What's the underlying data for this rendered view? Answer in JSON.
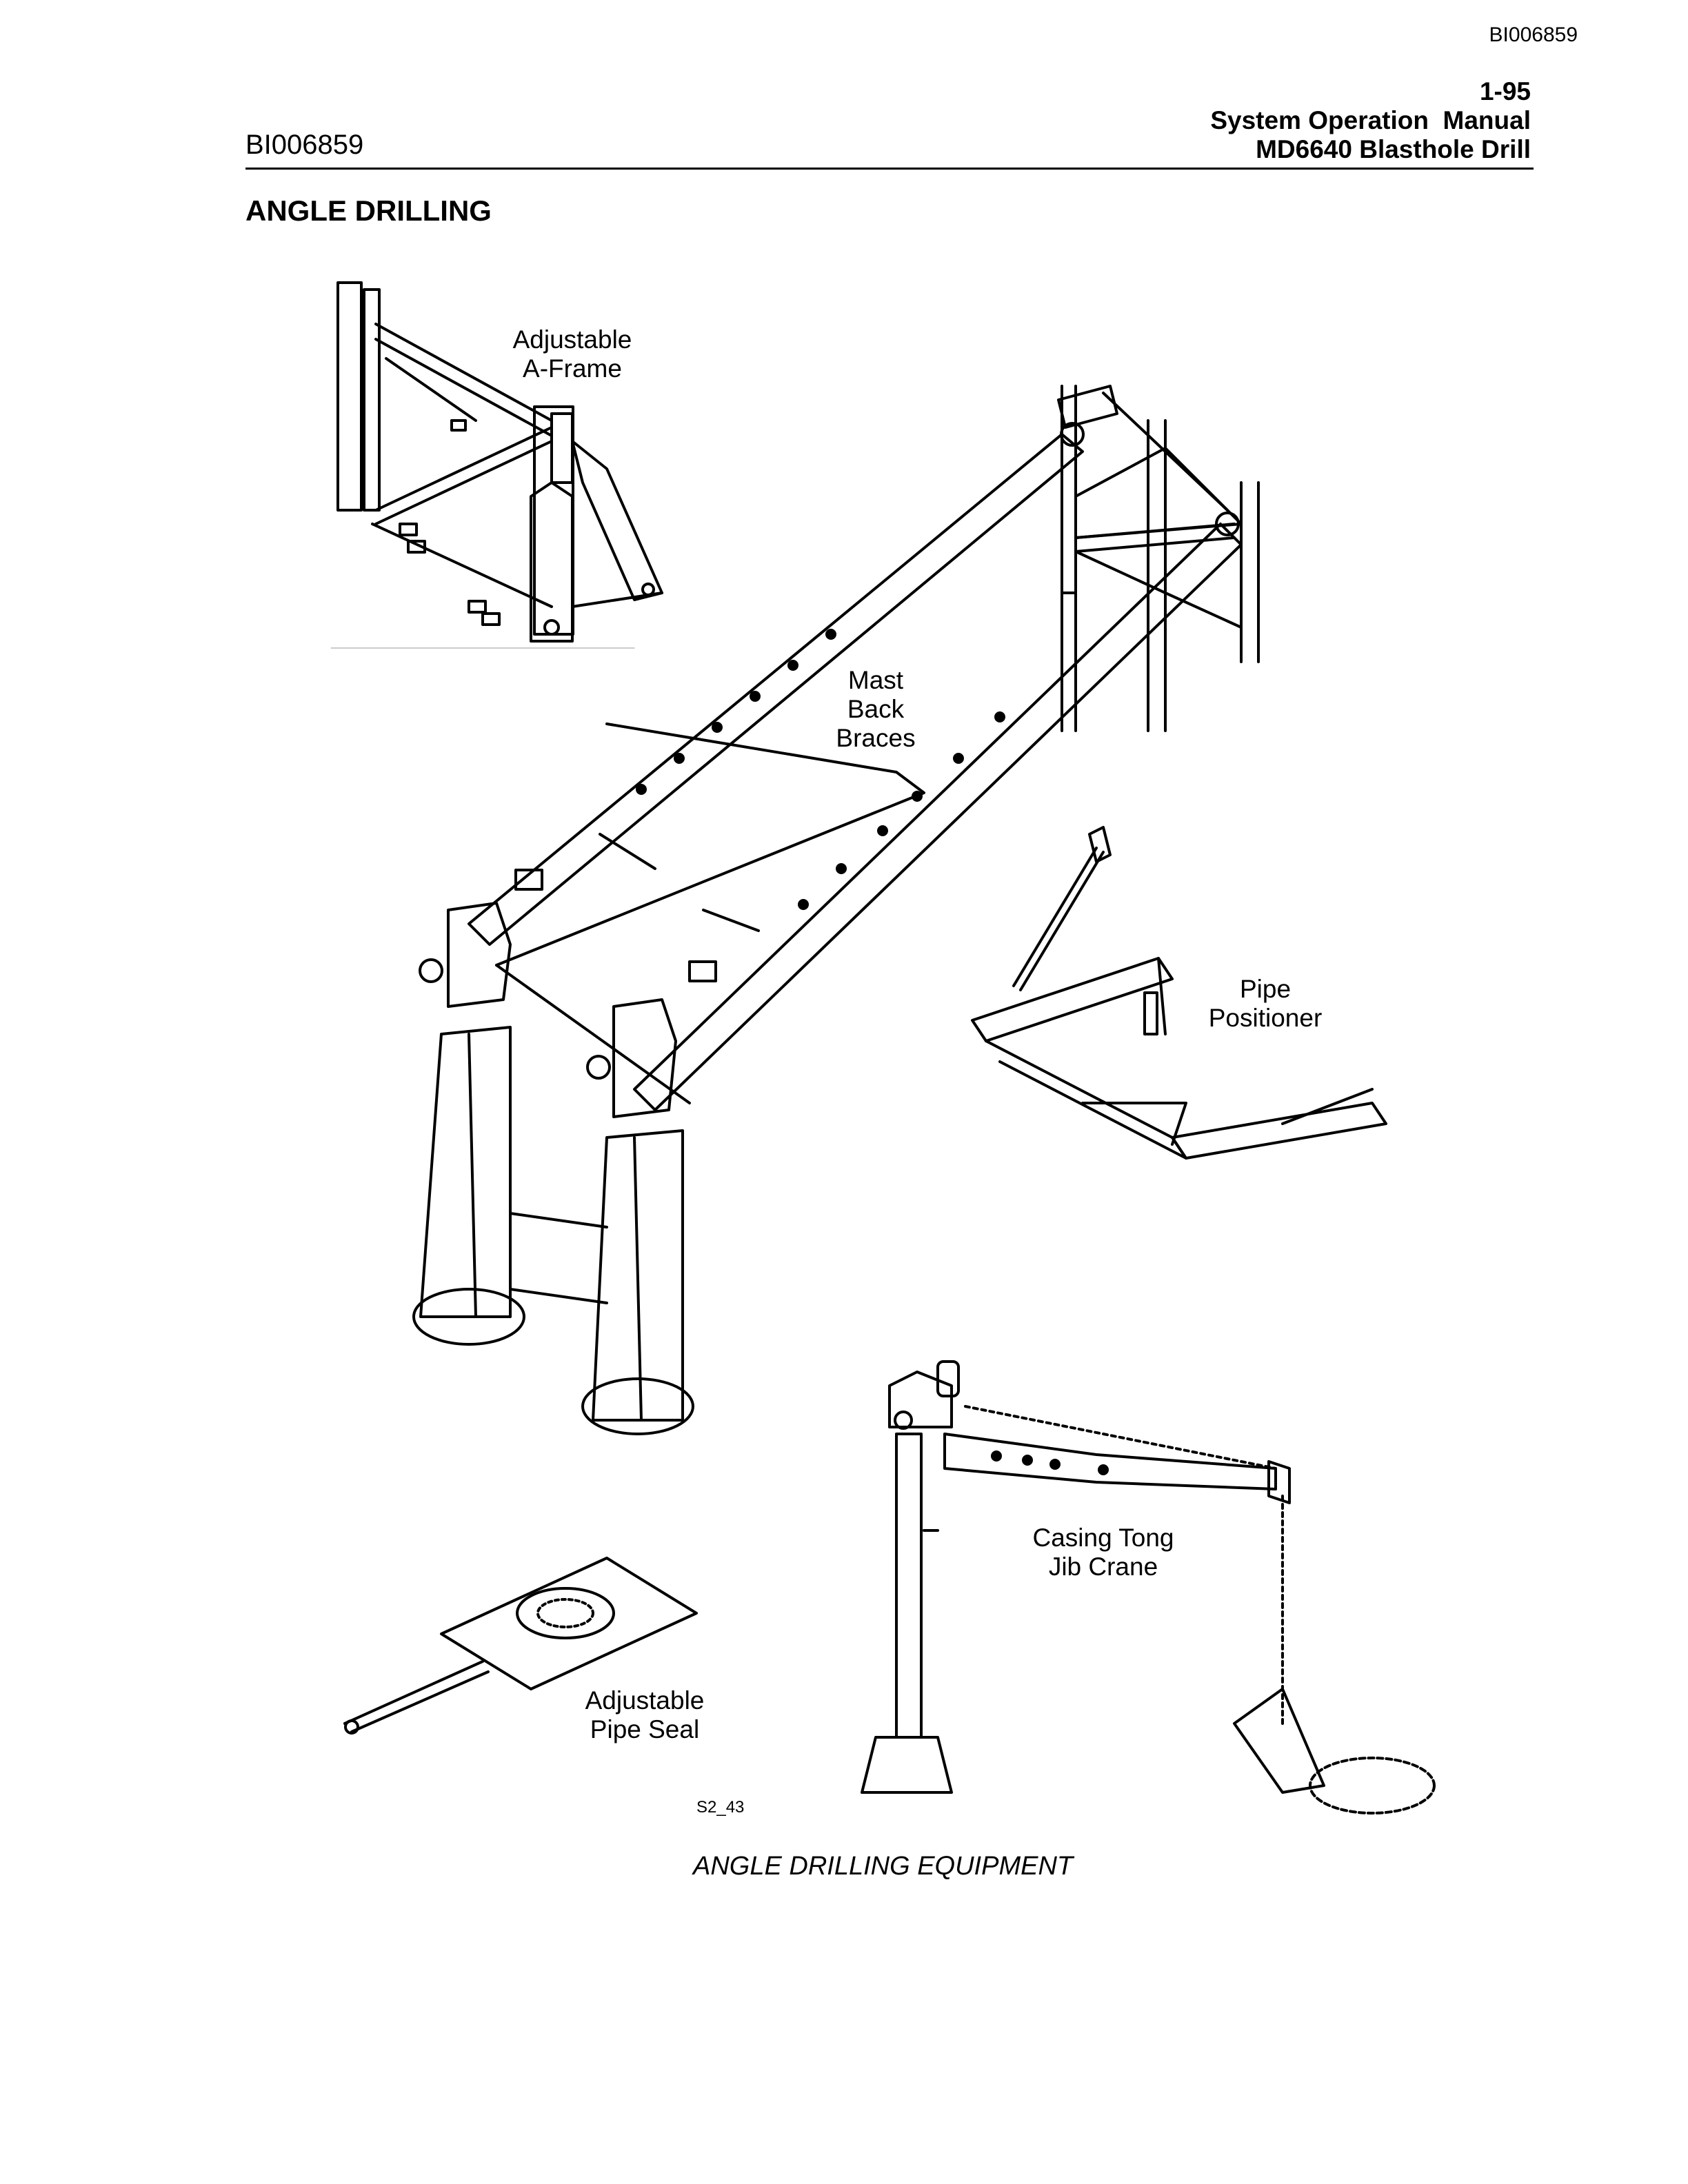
{
  "page": {
    "doc_id_top": "BI006859",
    "page_number": "1-95",
    "manual_title": "System Operation  Manual",
    "machine": "MD6640 Blasthole Drill",
    "doc_id_left": "BI006859",
    "section_title": "ANGLE DRILLING"
  },
  "figure": {
    "labels": {
      "a_frame": [
        "Adjustable",
        "A-Frame"
      ],
      "mast_back_braces": [
        "Mast",
        "Back",
        "Braces"
      ],
      "pipe_positioner": [
        "Pipe",
        "Positioner"
      ],
      "casing_tong_jib_crane": [
        "Casing Tong",
        "Jib Crane"
      ],
      "pipe_seal": [
        "Adjustable",
        "Pipe Seal"
      ]
    },
    "figure_id": "S2_43",
    "caption": "ANGLE DRILLING EQUIPMENT"
  }
}
